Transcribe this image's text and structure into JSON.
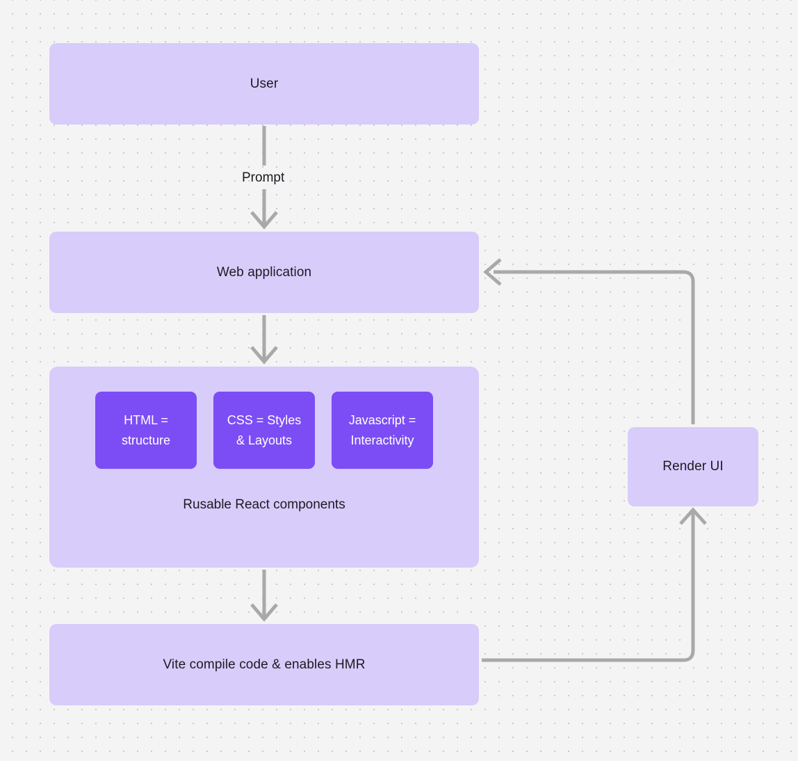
{
  "canvas": {
    "background_color": "#F4F4F5",
    "dot_color": "#C9C9CD",
    "node_fill": "#D8CCFB",
    "accent_fill": "#7C4DF5",
    "edge_color": "#A9A9A9",
    "text_color": "#1B1B21"
  },
  "diagram": {
    "type": "flowchart",
    "nodes": [
      {
        "id": "user",
        "label": "User"
      },
      {
        "id": "webapp",
        "label": "Web application"
      },
      {
        "id": "comps",
        "caption": "Rusable React components"
      },
      {
        "id": "vite",
        "label": "Vite compile code & enables HMR"
      },
      {
        "id": "render",
        "label": "Render UI"
      }
    ],
    "sub_nodes": [
      {
        "id": "html",
        "line1": "HTML =",
        "line2": "structure"
      },
      {
        "id": "css",
        "line1": "CSS = Styles",
        "line2": "& Layouts"
      },
      {
        "id": "js",
        "line1": "Javascript =",
        "line2": "Interactivity"
      }
    ],
    "edges": [
      {
        "from": "user",
        "to": "webapp",
        "label": "Prompt",
        "direction": "down"
      },
      {
        "from": "webapp",
        "to": "comps",
        "label": "",
        "direction": "down"
      },
      {
        "from": "comps",
        "to": "vite",
        "label": "",
        "direction": "down"
      },
      {
        "from": "vite",
        "to": "render",
        "label": "",
        "direction": "right-up"
      },
      {
        "from": "render",
        "to": "webapp",
        "label": "",
        "direction": "up-left"
      }
    ]
  }
}
